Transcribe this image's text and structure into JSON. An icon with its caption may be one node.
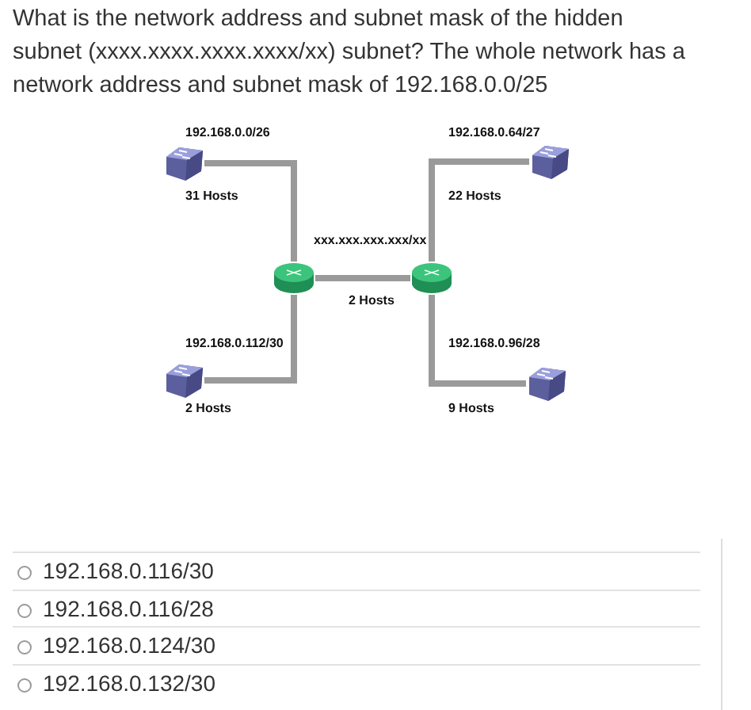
{
  "diagram": {
    "title": "What is the network address and subnet mask of the hidden subnet (xxxx.xxxx.xxxx.xxxx/xx) subnet? The whole network has a network address and subnet mask of 192.168.0.0/25",
    "nodes": [
      {
        "text": [],
        "shape": "box",
        "beside": [
          "192.168.0.0/26",
          "31 Hosts"
        ]
      },
      {
        "text": [],
        "shape": "box",
        "beside": [
          "192.168.0.64/27",
          "22 Hosts"
        ]
      },
      {
        "text": [],
        "shape": "cylinder"
      },
      {
        "text": [],
        "shape": "cylinder"
      },
      {
        "text": [],
        "shape": "box",
        "beside": [
          "192.168.0.112/30",
          "2 Hosts"
        ]
      },
      {
        "text": [],
        "shape": "box",
        "beside": [
          "192.168.0.96/28",
          "9 Hosts"
        ]
      }
    ],
    "edges": [
      {
        "from": 0,
        "to": 2,
        "arrow": "none"
      },
      {
        "from": 2,
        "to": 3,
        "arrow": "none"
      },
      {
        "from": 1,
        "to": 3,
        "arrow": "none"
      },
      {
        "from": 2,
        "to": 4,
        "arrow": "none"
      },
      {
        "from": 3,
        "to": 5,
        "arrow": "none"
      }
    ],
    "labels": [
      "xxx.xxx.xxx.xxx/xx",
      "2 Hosts",
      "192.168.0.116/30",
      "192.168.0.116/28",
      "192.168.0.124/30",
      "192.168.0.132/30"
    ]
  }
}
